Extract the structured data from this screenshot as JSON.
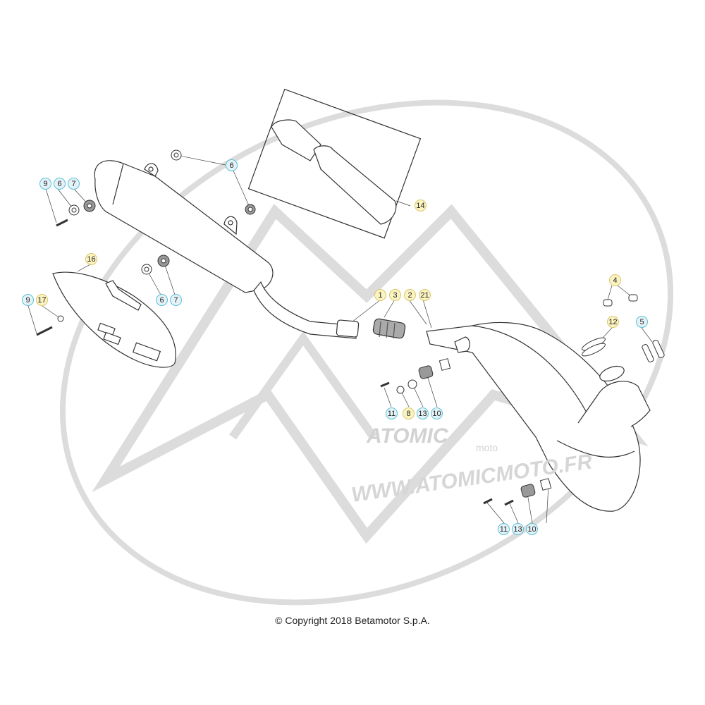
{
  "callouts": {
    "c1": "1",
    "c3": "3",
    "c2": "2",
    "c21": "21",
    "c4": "4",
    "c12": "12",
    "c5": "5",
    "c14": "14",
    "c16": "16",
    "c6top": "6",
    "c9a": "9",
    "c6a": "6",
    "c7a": "7",
    "c6b": "6",
    "c7b": "7",
    "c9b": "9",
    "c17": "17",
    "c11a": "11",
    "c8": "8",
    "c13a": "13",
    "c10a": "10",
    "c11b": "11",
    "c13b": "13",
    "c10b": "10"
  },
  "watermark": {
    "url": "WWW.ATOMICMOTO.FR",
    "brand": "ATOMIC",
    "brand_sub": "moto"
  },
  "footer": {
    "copyright": "© Copyright 2018 Betamotor S.p.A."
  },
  "colors": {
    "callout_yellow": "#fbf3c2",
    "callout_blue": "#e4f2f7",
    "outline": "#333333",
    "watermark": "#d6d6d6"
  }
}
